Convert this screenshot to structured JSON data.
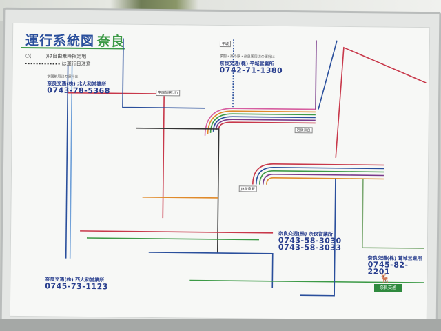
{
  "title": "運行系統図",
  "title_sub": "奈良",
  "legend": {
    "free_stop": "○(　　　)は自由乗降指定地",
    "dotted": "は運行日注意"
  },
  "phones": [
    {
      "caption": "学園前周辺の運行は",
      "office": "奈良交通(株) 北大和営業所",
      "number": "0743-78-5368"
    },
    {
      "caption": "学園・高の原・奈良阪周辺の運行は",
      "office": "奈良交通(株) 平城営業所",
      "number": "0742-71-1380"
    },
    {
      "caption": "",
      "office": "奈良交通(株) 奈良営業所",
      "number": "0743-58-3030"
    },
    {
      "caption": "",
      "office": "",
      "number": "0743-58-3033"
    },
    {
      "caption": "",
      "office": "奈良交通(株) 葛城営業所",
      "number": "0745-82-2201"
    },
    {
      "caption": "",
      "office": "奈良交通(株) 西大和営業所",
      "number": "0745-73-1123"
    }
  ],
  "stops": [
    "学園前駅(北)",
    "平城",
    "近鉄奈良",
    "JR奈良駅"
  ],
  "logo": "奈良交通",
  "colors": {
    "blue": "#2a4f9c",
    "green": "#3c9a46",
    "red": "#c8384a",
    "purple": "#7a3a8a"
  }
}
